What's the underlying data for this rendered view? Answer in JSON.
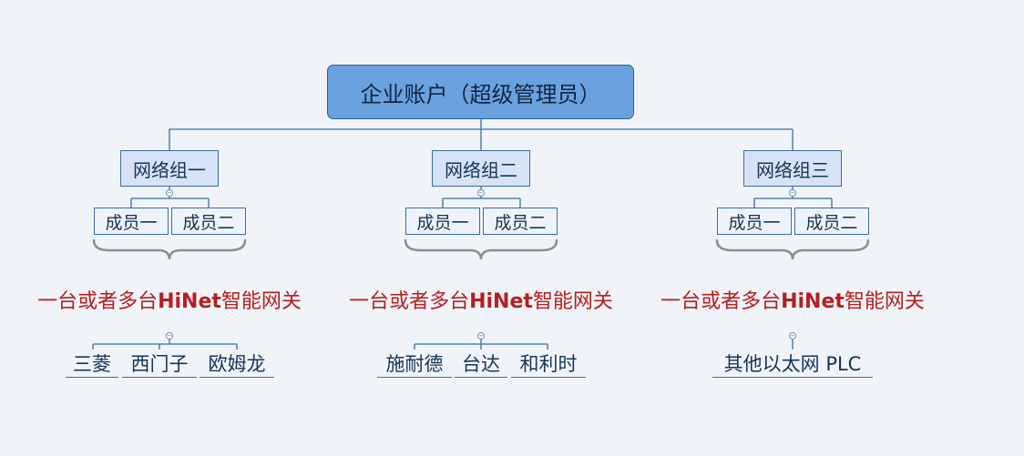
{
  "root": {
    "label": "企业账户（超级管理员）"
  },
  "groups": [
    {
      "label": "网络组一",
      "members": [
        "成员一",
        "成员二"
      ],
      "gateway_prefix": "一台或者多台",
      "gateway_brand": "HiNet",
      "gateway_suffix": "智能网关",
      "brands": [
        "三菱",
        "西门子",
        "欧姆龙"
      ]
    },
    {
      "label": "网络组二",
      "members": [
        "成员一",
        "成员二"
      ],
      "gateway_prefix": "一台或者多台",
      "gateway_brand": "HiNet",
      "gateway_suffix": "智能网关",
      "brands": [
        "施耐德",
        "台达",
        "和利时"
      ]
    },
    {
      "label": "网络组三",
      "members": [
        "成员一",
        "成员二"
      ],
      "gateway_prefix": "一台或者多台",
      "gateway_brand": "HiNet",
      "gateway_suffix": "智能网关",
      "brands": [
        "其他以太网 PLC"
      ]
    }
  ],
  "colors": {
    "root_fill": "#6aa2e0",
    "group_fill": "#d6e3f7",
    "gateway_text": "#b42020",
    "line": "#3c6ca8"
  },
  "collapse_icon": "minus-circle"
}
